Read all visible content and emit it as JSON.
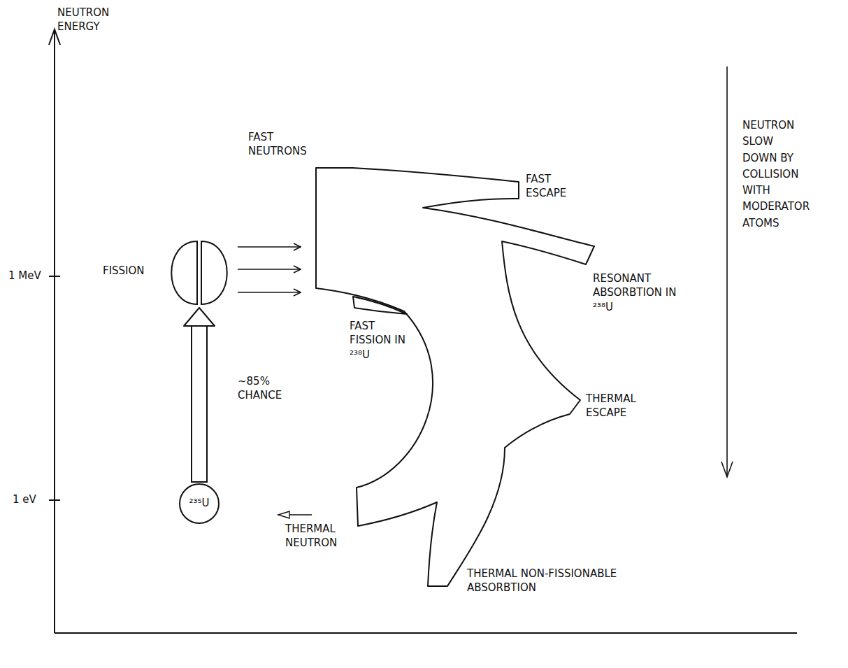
{
  "diagram": {
    "nodes": [
      {
        "text": [
          "FISSION"
        ]
      },
      {
        "text": [
          "²³⁵U"
        ]
      }
    ],
    "edges": [
      {
        "from": 1,
        "to": 0,
        "arrow": "to",
        "label": "~85% CHANCE"
      }
    ],
    "labels": [
      "NEUTRON ENERGY",
      "1 MeV",
      "FAST NEUTRONS",
      "FAST ESCAPE",
      "FAST FISSION IN ²³⁸U",
      "RESONANT ABSORBTION IN ²³⁸U",
      "NEUTRON SLOW DOWN BY COLLISION WITH MODERATOR ATOMS",
      "THERMAL ESCAPE",
      "1 eV",
      "THERMAL NEUTRON",
      "THERMAL NON-FISSIONABLE ABSORBTION"
    ]
  }
}
